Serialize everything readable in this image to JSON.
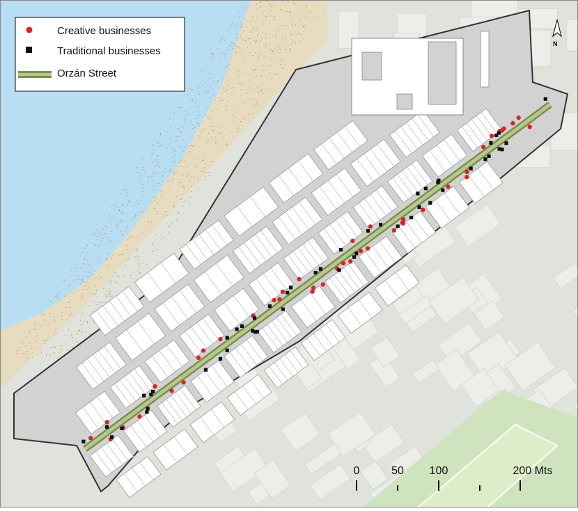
{
  "legend": {
    "items": [
      {
        "label": "Creative businesses",
        "symbol": "red-circle",
        "color": "#d62728"
      },
      {
        "label": "Traditional businesses",
        "symbol": "black-square",
        "color": "#111111"
      },
      {
        "label": "Orzán Street",
        "symbol": "green-double-line",
        "color": "#8aa05a"
      }
    ]
  },
  "north_arrow": {
    "label": "N"
  },
  "scale_bar": {
    "ticks": [
      "0",
      "50",
      "100",
      "",
      "200 Mts"
    ]
  },
  "colors": {
    "sea": "#b7def2",
    "beach": "#e8dcc0",
    "district": "#d2d2d2",
    "block": "#ffffff",
    "outside": "#e0e2dc",
    "park": "#cfe3bf",
    "street": "#8aa05a",
    "creative": "#d62728",
    "traditional": "#111111"
  },
  "businesses": {
    "creative_count": 42,
    "traditional_count": 50
  }
}
